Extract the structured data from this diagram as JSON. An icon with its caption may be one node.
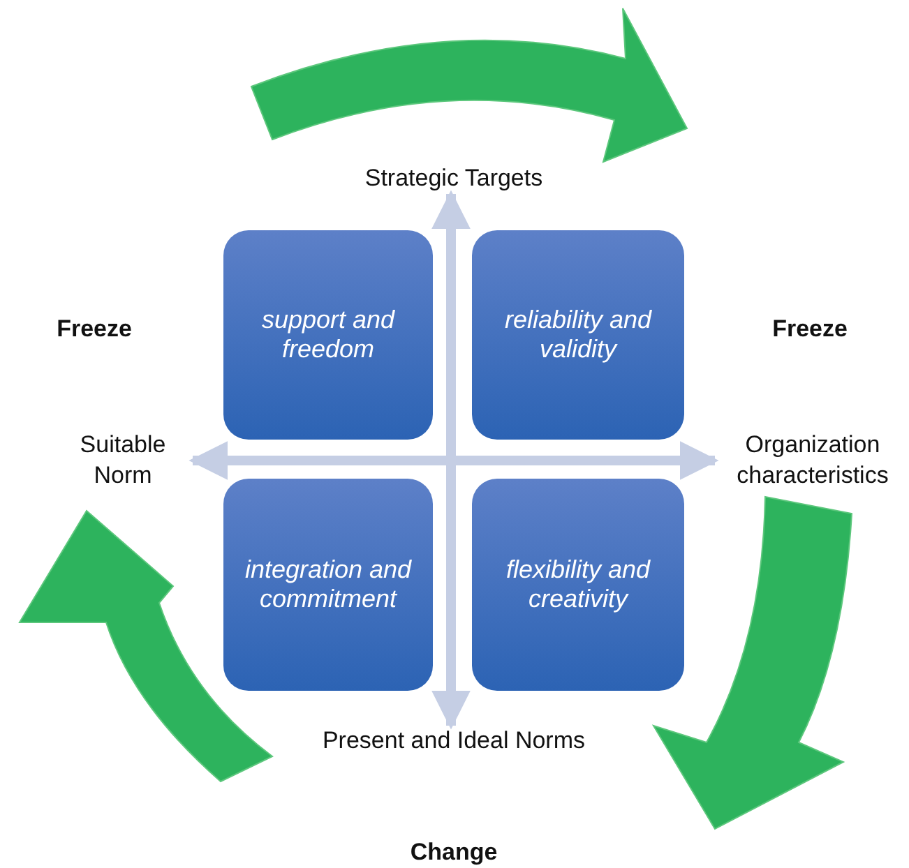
{
  "diagram": {
    "nodes": [
      {
        "text": [
          "Strategic Targets"
        ]
      },
      {
        "text": [
          "support and freedom"
        ]
      },
      {
        "text": [
          "reliability and validity"
        ]
      },
      {
        "text": [
          "Suitable Norm"
        ]
      },
      {
        "text": [
          "Organization characteristics"
        ]
      },
      {
        "text": [
          "integration and commitment"
        ]
      },
      {
        "text": [
          "flexibility and creativity"
        ]
      },
      {
        "text": [
          "Present and Ideal Norms"
        ]
      }
    ],
    "edges": [
      {
        "from": 7,
        "to": 0,
        "arrow": "both"
      },
      {
        "from": 3,
        "to": 4,
        "arrow": "both"
      }
    ],
    "labels": [
      "Freeze",
      "Freeze",
      "Change"
    ]
  }
}
